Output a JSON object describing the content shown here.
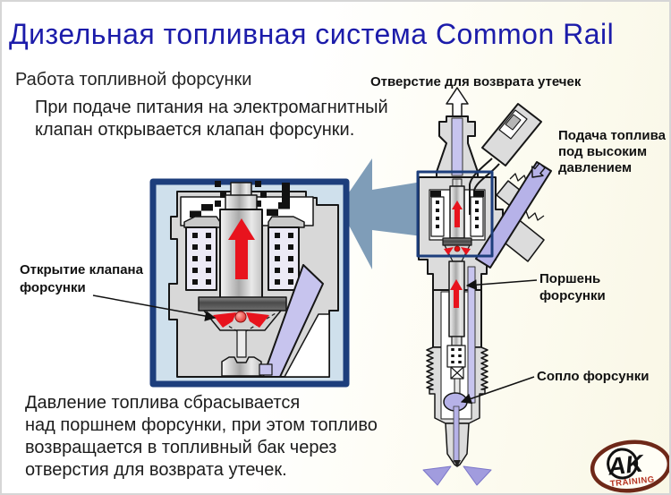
{
  "slide": {
    "title": "Дизельная топливная система Common Rail",
    "subtitle": "Работа топливной форсунки",
    "intro_line1": "При подаче питания на электромагнитный",
    "intro_line2": "клапан открывается клапан форсунки.",
    "outro_line1": "Давление топлива сбрасывается",
    "outro_line2": "над поршнем форсунки, при этом топливо",
    "outro_line3": "возвращается в топливный бак через",
    "outro_line4": "отверстия для возврата утечек."
  },
  "callouts": {
    "leak_return": "Отверстие для возврата утечек",
    "supply_line1": "Подача топлива",
    "supply_line2": "под высоким",
    "supply_line3": "давлением",
    "valve_open_line1": "Открытие клапана",
    "valve_open_line2": "форсунки",
    "piston": "Поршень форсунки",
    "nozzle": "Сопло форсунки"
  },
  "logo": {
    "brand": "AK",
    "subtext": "TRAINING"
  },
  "colors": {
    "title_blue": "#1c1caa",
    "inset_border_navy": "#1d3e7c",
    "block_arrow_steel": "#7f9db8",
    "pipe_lavender": "#b6b2e8",
    "channel_lavender": "#c7c4ee",
    "arrow_red": "#e8131d",
    "logo_ring_brown": "#6e2818",
    "logo_sub_red": "#b5311f"
  }
}
